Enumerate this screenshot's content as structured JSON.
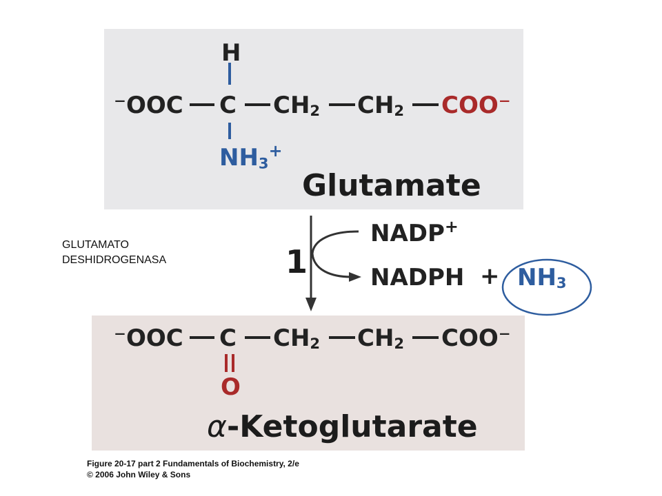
{
  "diagram": {
    "glutamate": {
      "h": "H",
      "left_group": "⁻OOC",
      "c": "C",
      "ch2_a": "CH",
      "ch2_b": "CH",
      "sub2": "2",
      "right_group": "COO⁻",
      "amine": "NH",
      "amine_sub": "3",
      "amine_charge": "+",
      "name": "Glutamate"
    },
    "reaction": {
      "step": "1",
      "reactant": "NADP",
      "reactant_charge": "+",
      "product": "NADPH",
      "plus": "+",
      "ammonia": "NH",
      "ammonia_sub": "3"
    },
    "ketoglutarate": {
      "left_group": "⁻OOC",
      "c": "C",
      "ch2_a": "CH",
      "ch2_b": "CH",
      "sub2": "2",
      "right_group": "COO⁻",
      "oxygen": "O",
      "alpha": "α",
      "name": "-Ketoglutarate"
    },
    "enzyme_label": [
      "GLUTAMATO",
      "DESHIDROGENASA"
    ],
    "caption": [
      "Figure 20-17 part 2  Fundamentals of Biochemistry, 2/e",
      "© 2006 John Wiley & Sons"
    ],
    "colors": {
      "blue": "#2e5d9f",
      "red": "#a92a2a",
      "panel_top": "#e8e8ea",
      "panel_bottom": "#e9e1df"
    }
  }
}
